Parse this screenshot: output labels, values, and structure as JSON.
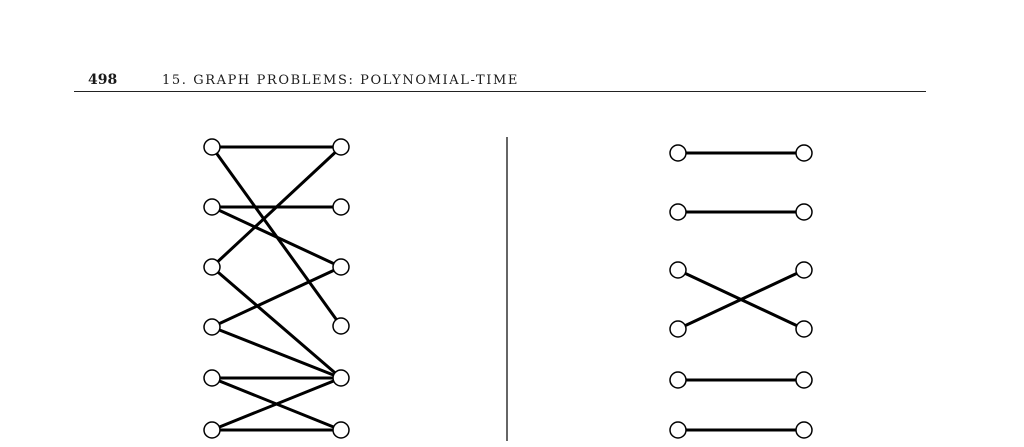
{
  "header": {
    "page_number": "498",
    "chapter_title": "15.  GRAPH PROBLEMS: POLYNOMIAL-TIME"
  },
  "figure": {
    "left_graph": {
      "left_vertices": 6,
      "right_vertices": 6,
      "edges": [
        [
          1,
          1
        ],
        [
          1,
          4
        ],
        [
          2,
          2
        ],
        [
          2,
          3
        ],
        [
          3,
          1
        ],
        [
          3,
          5
        ],
        [
          4,
          3
        ],
        [
          4,
          5
        ],
        [
          5,
          5
        ],
        [
          5,
          6
        ],
        [
          6,
          5
        ],
        [
          6,
          6
        ]
      ]
    },
    "right_graph": {
      "left_vertices": 6,
      "right_vertices": 6,
      "edges": [
        [
          1,
          1
        ],
        [
          2,
          2
        ],
        [
          3,
          4
        ],
        [
          4,
          3
        ],
        [
          5,
          5
        ],
        [
          6,
          6
        ]
      ]
    }
  }
}
